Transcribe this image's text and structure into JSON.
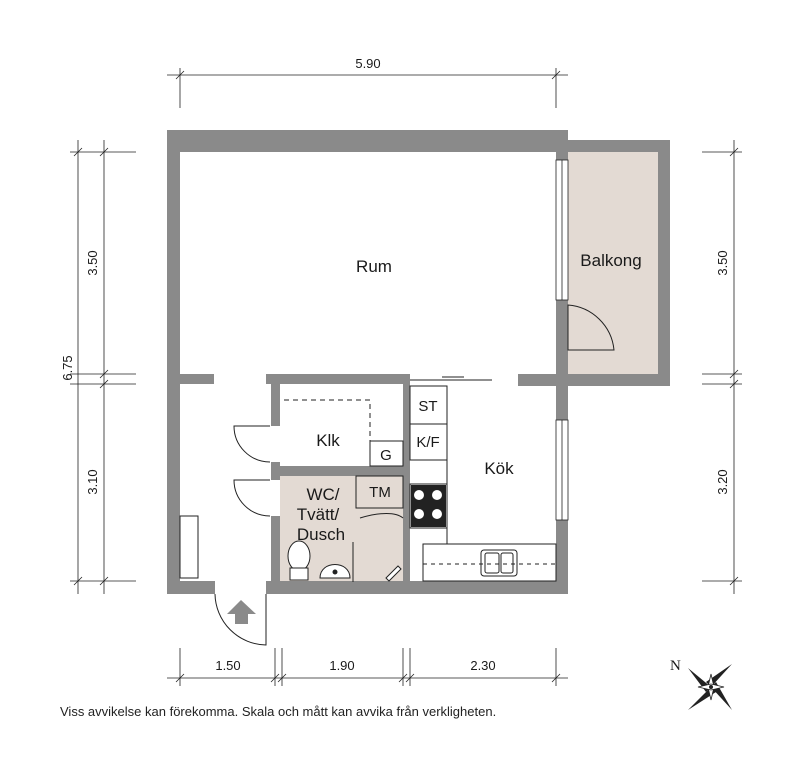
{
  "rooms": {
    "rum": "Rum",
    "balkong": "Balkong",
    "klk": "Klk",
    "kok": "Kök",
    "wc_line1": "WC/",
    "wc_line2": "Tvätt/",
    "wc_line3": "Dusch"
  },
  "fixtures": {
    "st": "ST",
    "kf": "K/F",
    "g": "G",
    "tm": "TM"
  },
  "dimensions": {
    "top_width": "5.90",
    "left_total": "6.75",
    "left_upper": "3.50",
    "left_lower": "3.10",
    "right_upper": "3.50",
    "right_lower": "3.20",
    "bottom_a": "1.50",
    "bottom_b": "1.90",
    "bottom_c": "2.30"
  },
  "compass": {
    "north": "N"
  },
  "disclaimer": "Viss avvikelse kan förekomma. Skala och mått kan avvika från verkligheten.",
  "colors": {
    "wall": "#8a8a8a",
    "balcony": "#e3dad3",
    "bathroom": "#e3dad3",
    "line": "#222222"
  }
}
